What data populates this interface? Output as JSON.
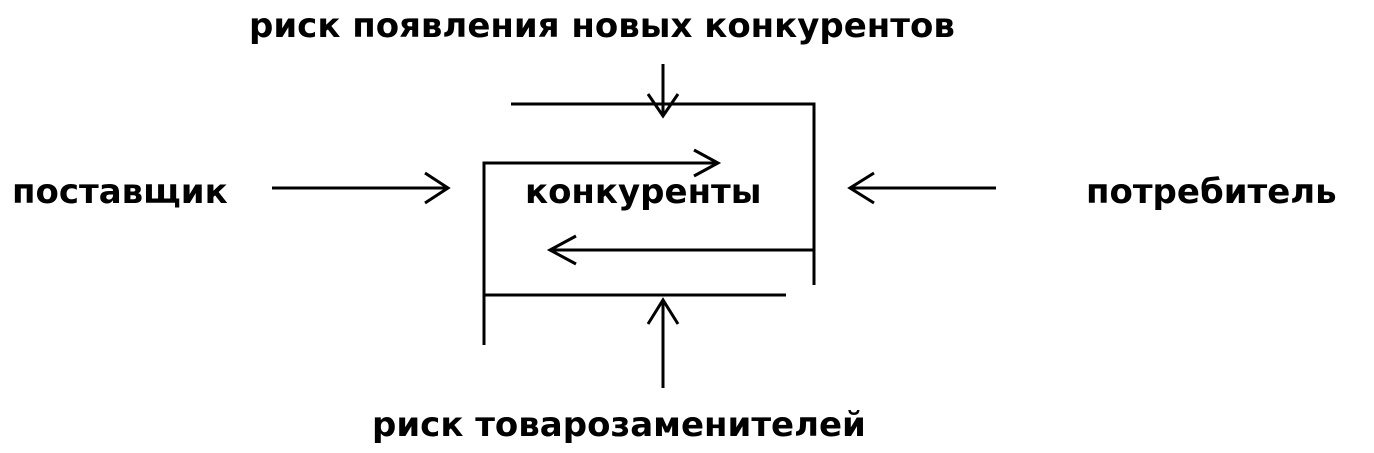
{
  "labels": {
    "top": "риск появления новых конкурентов",
    "left": "поставщик",
    "center": "конкуренты",
    "right": "потребитель",
    "bottom": "риск товарозаменителей"
  },
  "colors": {
    "background": "#ffffff",
    "foreground": "#000000"
  }
}
